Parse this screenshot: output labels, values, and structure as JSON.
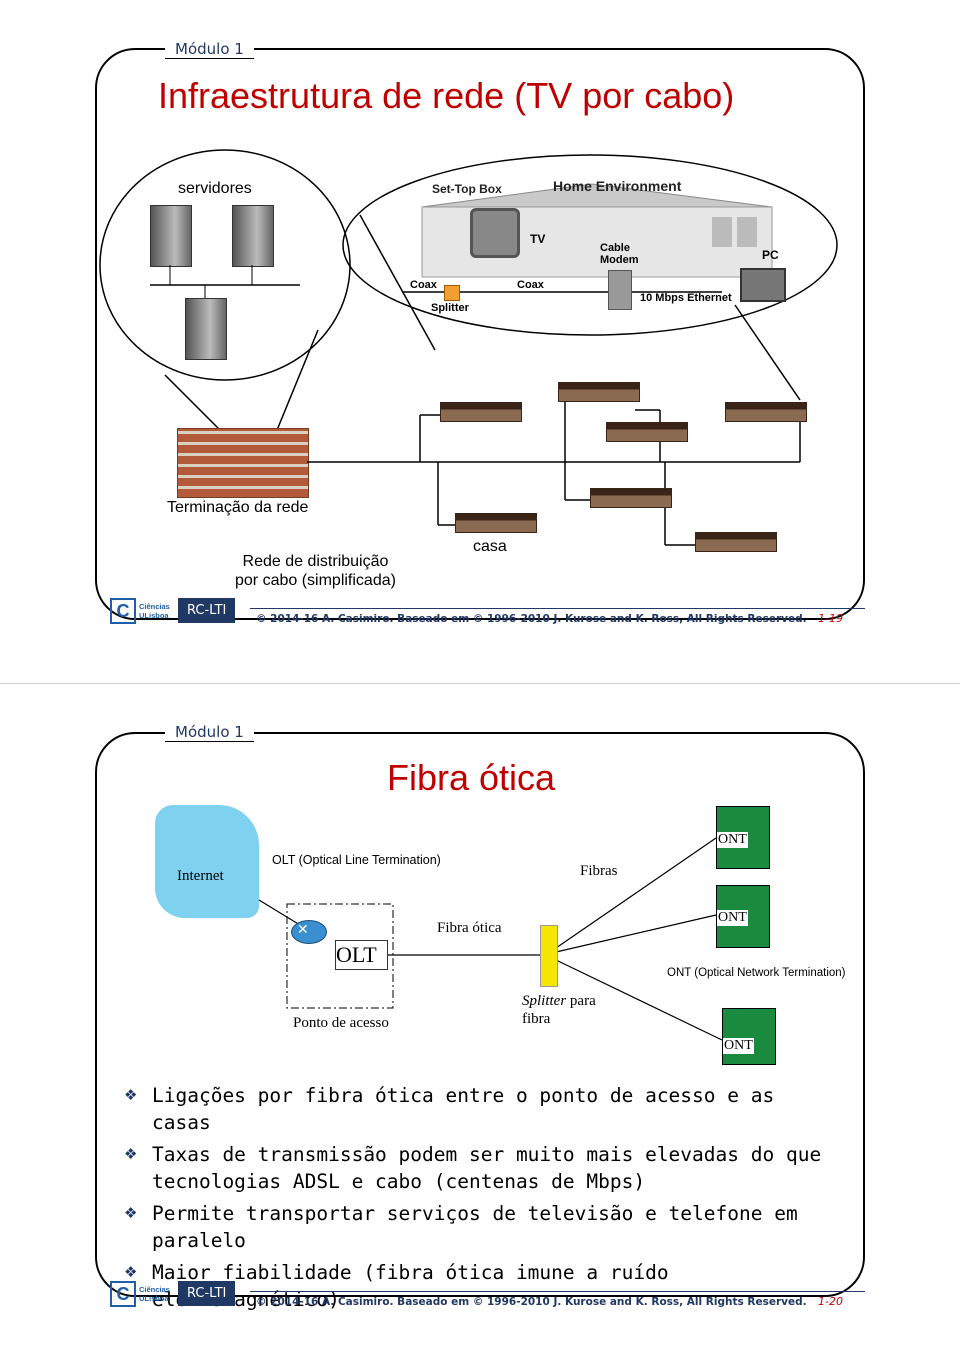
{
  "slide1": {
    "module": "Módulo 1",
    "title": "Infraestrutura de rede (TV por cabo)",
    "servers_label": "servidores",
    "home_labels": {
      "set_top_box": "Set-Top Box",
      "home_environment": "Home Environment",
      "tv": "TV",
      "cable_modem": "Cable Modem",
      "pc": "PC",
      "coax_left": "Coax",
      "coax_right": "Coax",
      "splitter": "Splitter",
      "ethernet": "10 Mbps Ethernet"
    },
    "headend_label": "Terminação da rede",
    "distribution_label": "Rede de distribuição\npor cabo (simplificada)",
    "casa_label": "casa",
    "footer": "© 2014-16 A. Casimiro. Baseado em © 1996-2010 J. Kurose and K. Ross, All Rights Reserved.",
    "page": "1-19",
    "logo_letter": "C",
    "logo_text": "Ciências\nULisboa",
    "course": "RC-LTI"
  },
  "slide2": {
    "module": "Módulo 1",
    "title": "Fibra ótica",
    "internet": "Internet",
    "olt_desc": "OLT (Optical Line Termination)",
    "fibras": "Fibras",
    "olt": "OLT",
    "fibra_otica": "Fibra ótica",
    "ont_desc": "ONT (Optical Network Termination)",
    "ponto_acesso": "Ponto de acesso",
    "splitter_word": "Splitter",
    "splitter_rest": " para",
    "splitter_line2": "fibra",
    "ont": [
      "ONT",
      "ONT",
      "ONT"
    ],
    "bullets": [
      "Ligações por fibra ótica entre o ponto de acesso e as casas",
      "Taxas de transmissão podem ser muito mais elevadas do que tecnologias ADSL e cabo (centenas de Mbps)",
      "Permite transportar serviços de televisão e telefone em paralelo",
      "Maior fiabilidade (fibra ótica imune a ruído eletromagnético)"
    ],
    "footer": "© 2014-16 A. Casimiro. Baseado em © 1996-2010 J. Kurose and K. Ross, All Rights Reserved.",
    "page": "1-20",
    "logo_letter": "C",
    "logo_text": "Ciências\nULisboa",
    "course": "RC-LTI"
  }
}
